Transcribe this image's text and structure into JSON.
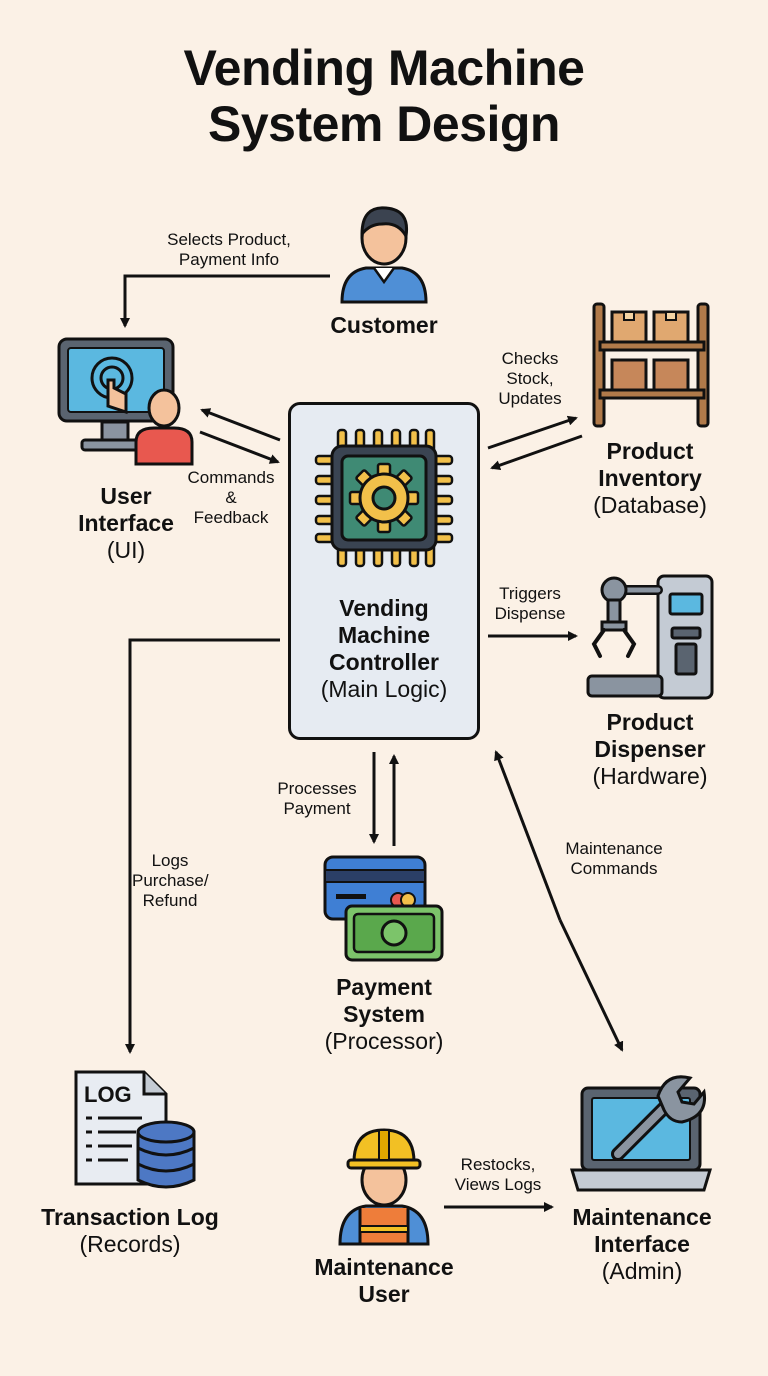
{
  "title": {
    "line1": "Vending Machine",
    "line2": "System Design"
  },
  "nodes": {
    "customer": {
      "name": "Customer"
    },
    "user_interface": {
      "line1": "User",
      "line2": "Interface",
      "sub": "(UI)"
    },
    "product_inventory": {
      "line1": "Product",
      "line2": "Inventory",
      "sub": "(Database)"
    },
    "controller": {
      "line1": "Vending",
      "line2": "Machine",
      "line3": "Controller",
      "sub": "(Main Logic)"
    },
    "product_dispenser": {
      "line1": "Product",
      "line2": "Dispenser",
      "sub": "(Hardware)"
    },
    "payment_system": {
      "line1": "Payment",
      "line2": "System",
      "sub": "(Processor)"
    },
    "transaction_log": {
      "line1": "Transaction Log",
      "sub": "(Records)",
      "icon_text": "LOG"
    },
    "maintenance_user": {
      "line1": "Maintenance",
      "line2": "User"
    },
    "maintenance_interface": {
      "line1": "Maintenance",
      "line2": "Interface",
      "sub": "(Admin)"
    }
  },
  "edges": {
    "customer_to_ui": {
      "line1": "Selects Product,",
      "line2": "Payment Info"
    },
    "ui_controller": {
      "line1": "Commands",
      "line2": "&",
      "line3": "Feedback"
    },
    "controller_inventory": {
      "line1": "Checks",
      "line2": "Stock,",
      "line3": "Updates"
    },
    "controller_dispenser": {
      "line1": "Triggers",
      "line2": "Dispense"
    },
    "controller_payment": {
      "line1": "Processes",
      "line2": "Payment"
    },
    "controller_log": {
      "line1": "Logs",
      "line2": "Purchase/",
      "line3": "Refund"
    },
    "controller_maintenance": {
      "line1": "Maintenance",
      "line2": "Commands"
    },
    "maint_user_to_interface": {
      "line1": "Restocks,",
      "line2": "Views Logs"
    }
  },
  "colors": {
    "background": "#fbf1e6",
    "controller_fill": "#e6ebf2",
    "screen_blue": "#5bb8e0",
    "person_red": "#e8584f",
    "person_blue": "#4f8fd6",
    "chip_green": "#3f8a74",
    "gear_yellow": "#f2c04a",
    "box_orange": "#e0a870",
    "cash_green": "#7cc46a",
    "card_blue": "#3f7fd4",
    "db_blue": "#4d78c4",
    "hardhat_yellow": "#f2c024",
    "vest_orange": "#ee7d3a"
  },
  "icons": {
    "customer": "person-icon",
    "ui": "touchscreen-monitor-icon",
    "inventory": "shelf-boxes-icon",
    "controller": "chip-gear-icon",
    "dispenser": "robot-arm-machine-icon",
    "payment": "card-cash-icon",
    "log": "log-database-icon",
    "maintenance_user": "worker-hardhat-icon",
    "maintenance_interface": "laptop-wrench-icon"
  }
}
